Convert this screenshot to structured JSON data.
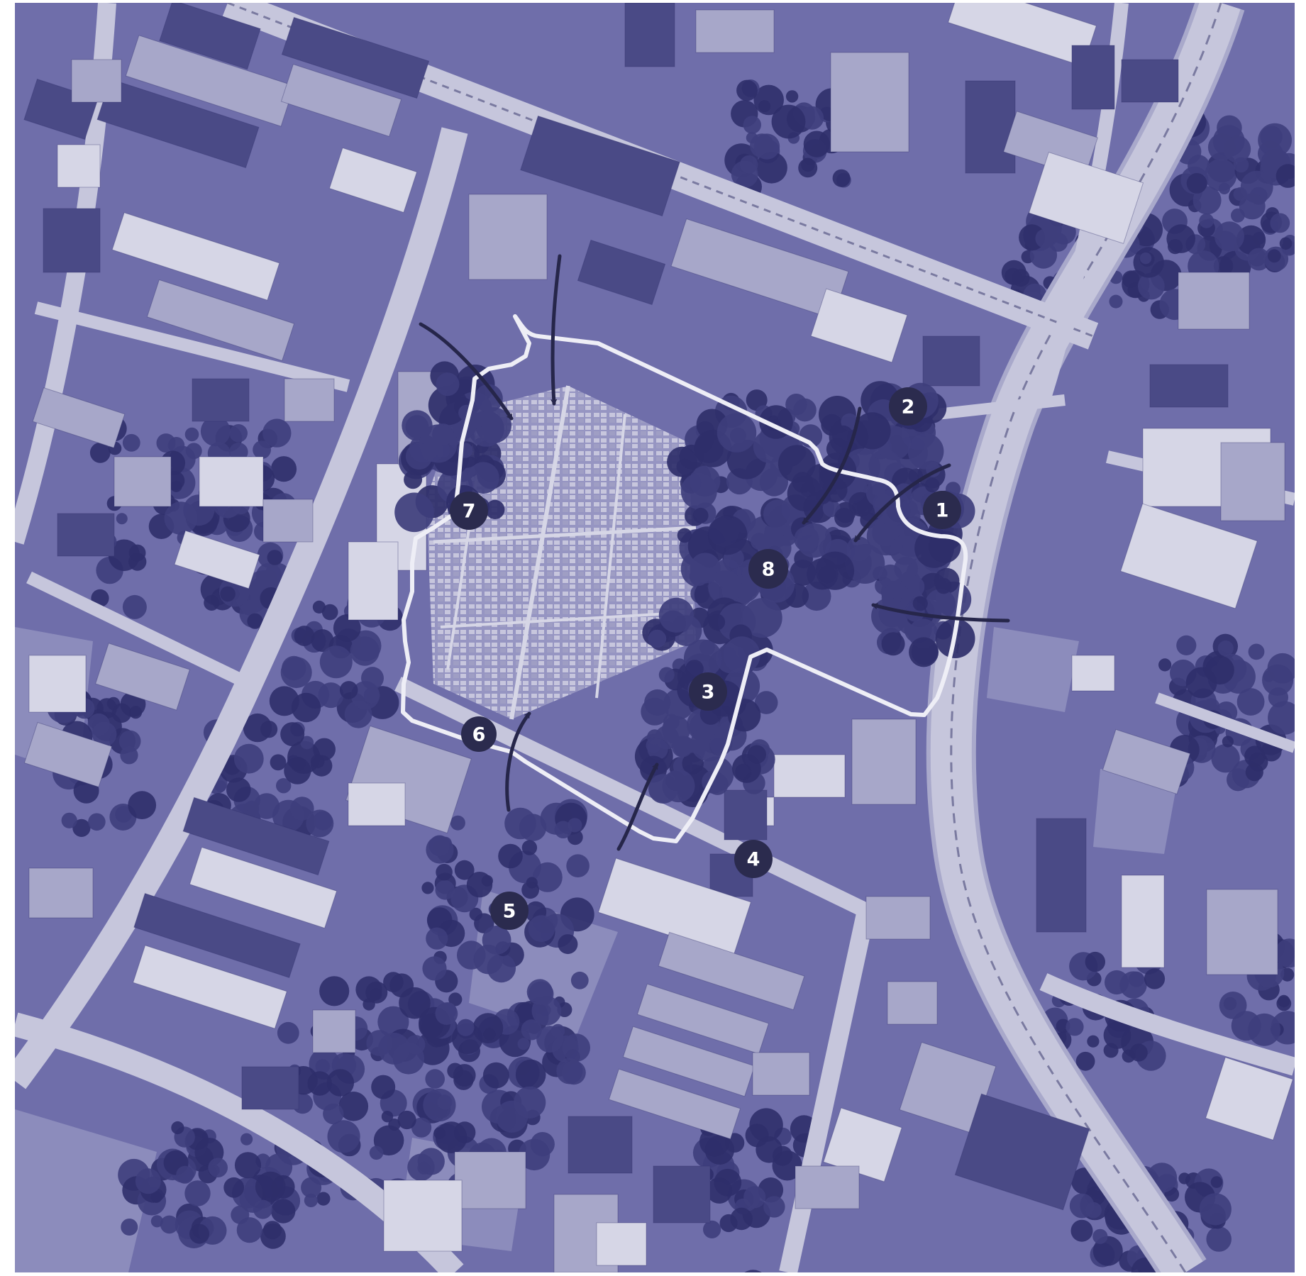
{
  "map": {
    "palette": {
      "base": "#6f6eaa",
      "ground": "#8c8cbc",
      "road": "#c6c6dc",
      "road_edge": "#a9a9cb",
      "rail": "#7a7aa0",
      "roof_light": "#d6d6e6",
      "roof_mid": "#a7a7c9",
      "roof_dark": "#4a4a86",
      "tree": "#3e3e7c",
      "tree_dark": "#2f2f6a",
      "cemetery": "#9d9cc6",
      "boundary": "#eeeef6",
      "arrow": "#26264a",
      "marker_fill": "#2b2b4e",
      "marker_text": "#ffffff"
    },
    "markers": [
      {
        "id": "1",
        "label": "1"
      },
      {
        "id": "2",
        "label": "2"
      },
      {
        "id": "3",
        "label": "3"
      },
      {
        "id": "4",
        "label": "4"
      },
      {
        "id": "5",
        "label": "5"
      },
      {
        "id": "6",
        "label": "6"
      },
      {
        "id": "7",
        "label": "7"
      },
      {
        "id": "8",
        "label": "8"
      }
    ],
    "arrow_icon": "curved-arrow-icon",
    "boundary_icon": "site-boundary-outline"
  }
}
